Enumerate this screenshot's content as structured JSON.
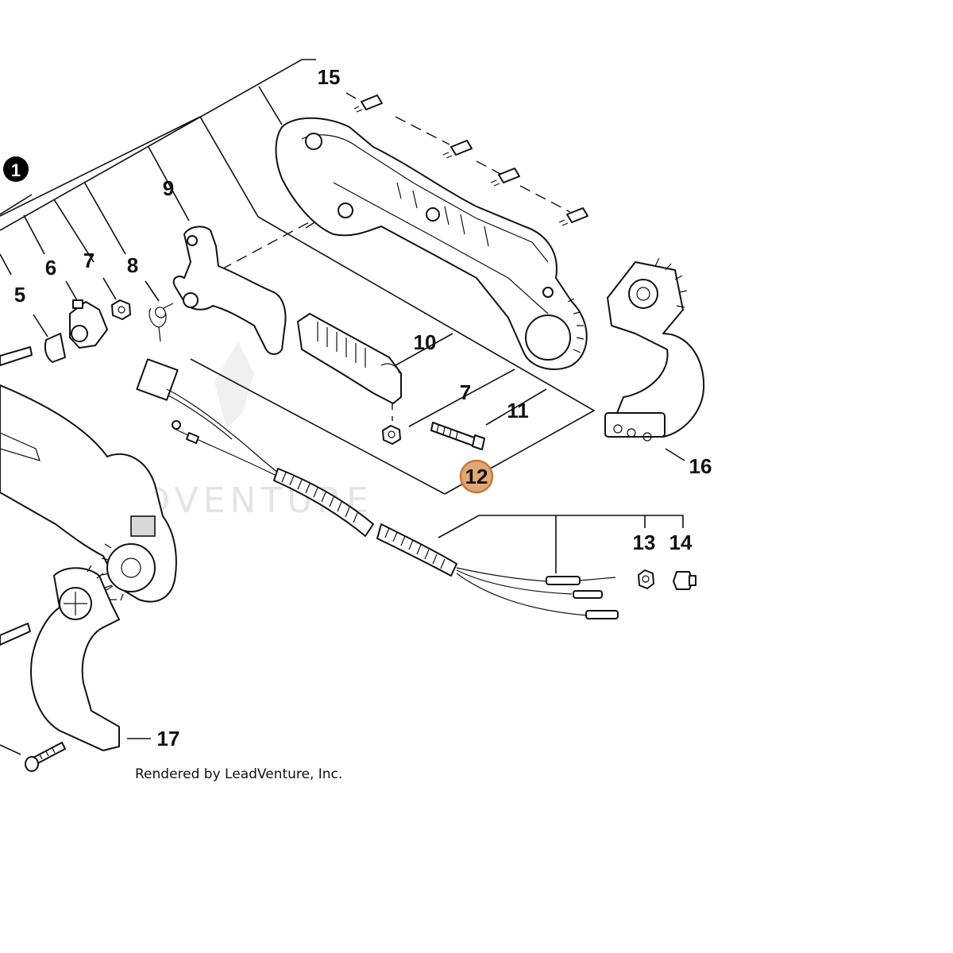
{
  "diagram": {
    "callouts": {
      "c1": "1",
      "c5": "5",
      "c6": "6",
      "c7a": "7",
      "c7b": "7",
      "c8": "8",
      "c9": "9",
      "c10": "10",
      "c11": "11",
      "c12": "12",
      "c13": "13",
      "c14": "14",
      "c15": "15",
      "c16": "16",
      "c17": "17"
    },
    "highlighted_part": "12",
    "highlight_color": "#e0a878",
    "highlight_stroke": "#c8773a",
    "badge_color": "#000000",
    "credit": "Rendered by LeadVenture, Inc.",
    "watermark": "LEADVENTURE"
  }
}
